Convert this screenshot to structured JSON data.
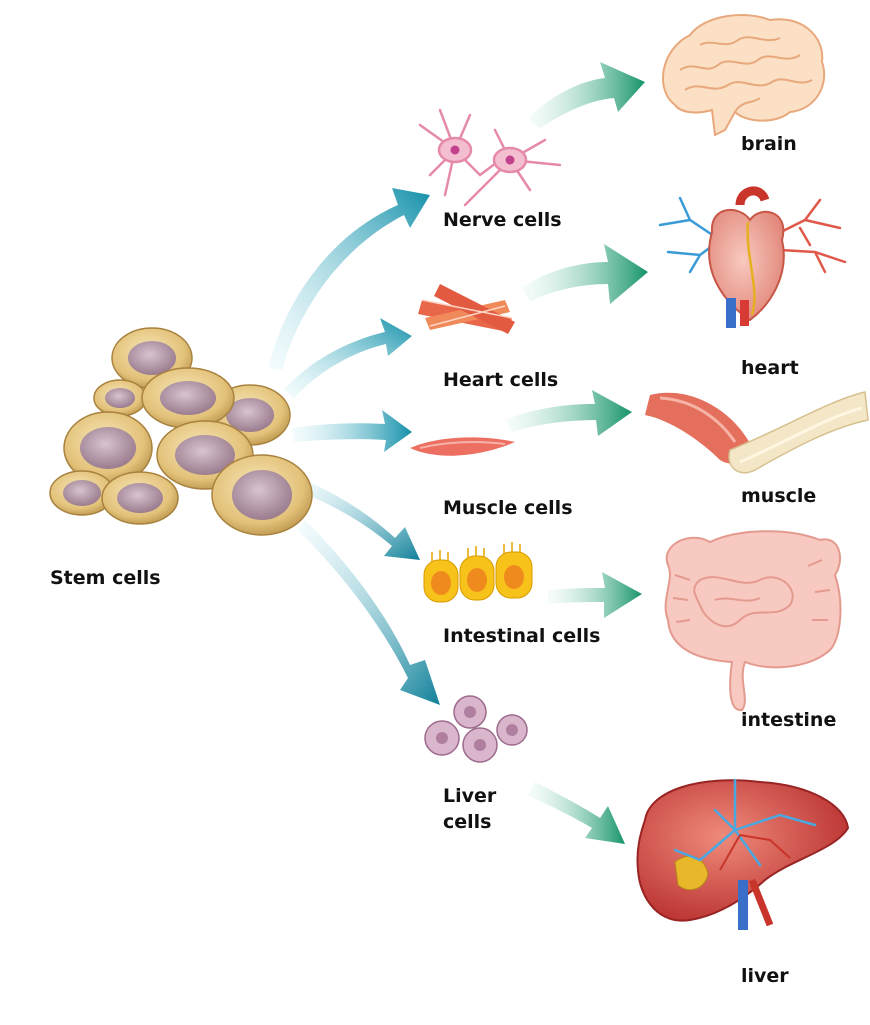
{
  "source": {
    "label": "Stem cells"
  },
  "cell_types": [
    {
      "label": "Nerve cells"
    },
    {
      "label": "Heart cells"
    },
    {
      "label": "Muscle cells"
    },
    {
      "label": "Intestinal cells"
    },
    {
      "label": "Liver cells"
    }
  ],
  "organs": [
    {
      "label": "brain"
    },
    {
      "label": "heart"
    },
    {
      "label": "muscle"
    },
    {
      "label": "intestine"
    },
    {
      "label": "liver"
    }
  ],
  "colors": {
    "arrow_blue": "#1a9fb8",
    "arrow_green": "#1c9a6e",
    "stem_cell": "#e3c27a",
    "stem_nucleus": "#a88d9e",
    "organ_red": "#d9473c",
    "organ_pink": "#f4b8b0"
  }
}
